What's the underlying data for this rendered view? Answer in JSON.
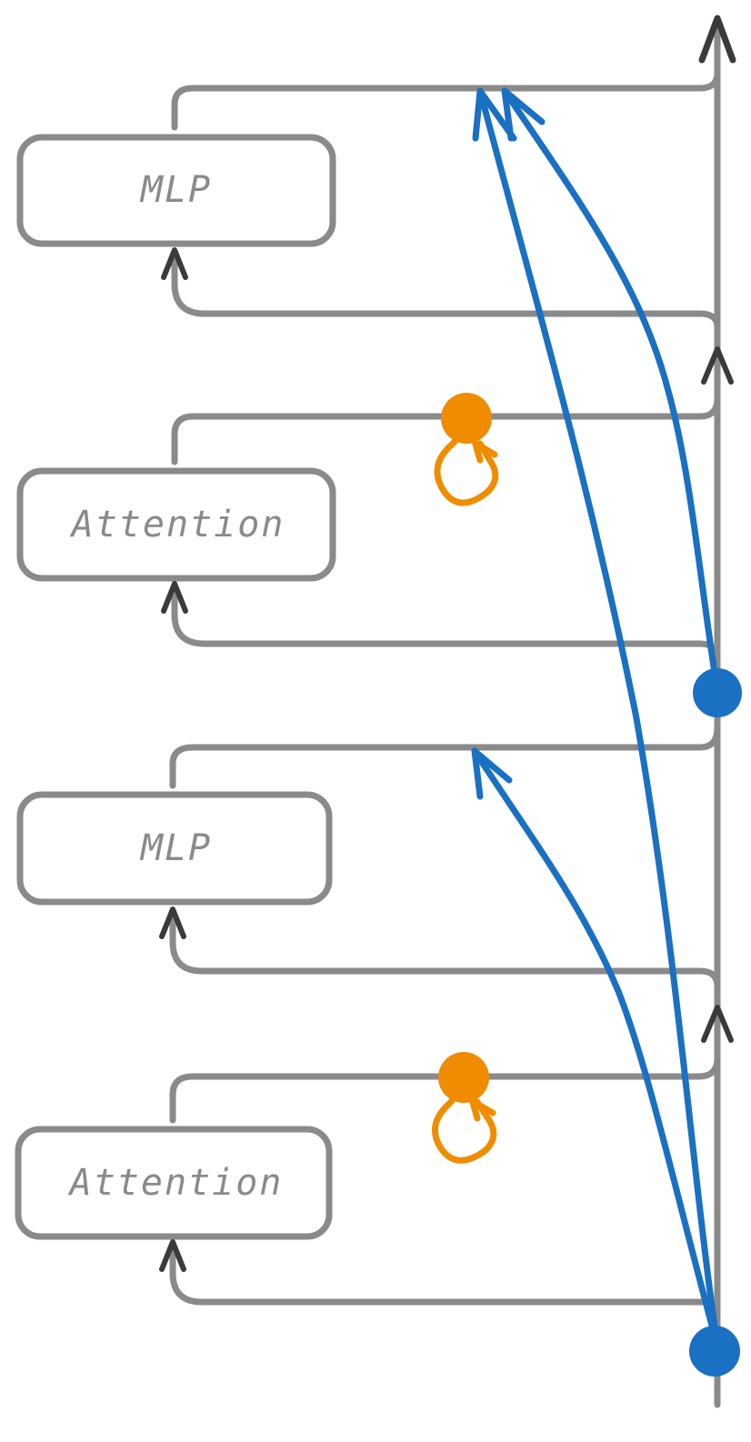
{
  "colors": {
    "residual": "#8a8a8a",
    "arrowhead": "#3a3a3a",
    "blue_path": "#1a70c2",
    "orange_node": "#f08c00"
  },
  "blocks": [
    {
      "label": "MLP"
    },
    {
      "label": "Attention"
    },
    {
      "label": "MLP"
    },
    {
      "label": "Attention"
    }
  ]
}
